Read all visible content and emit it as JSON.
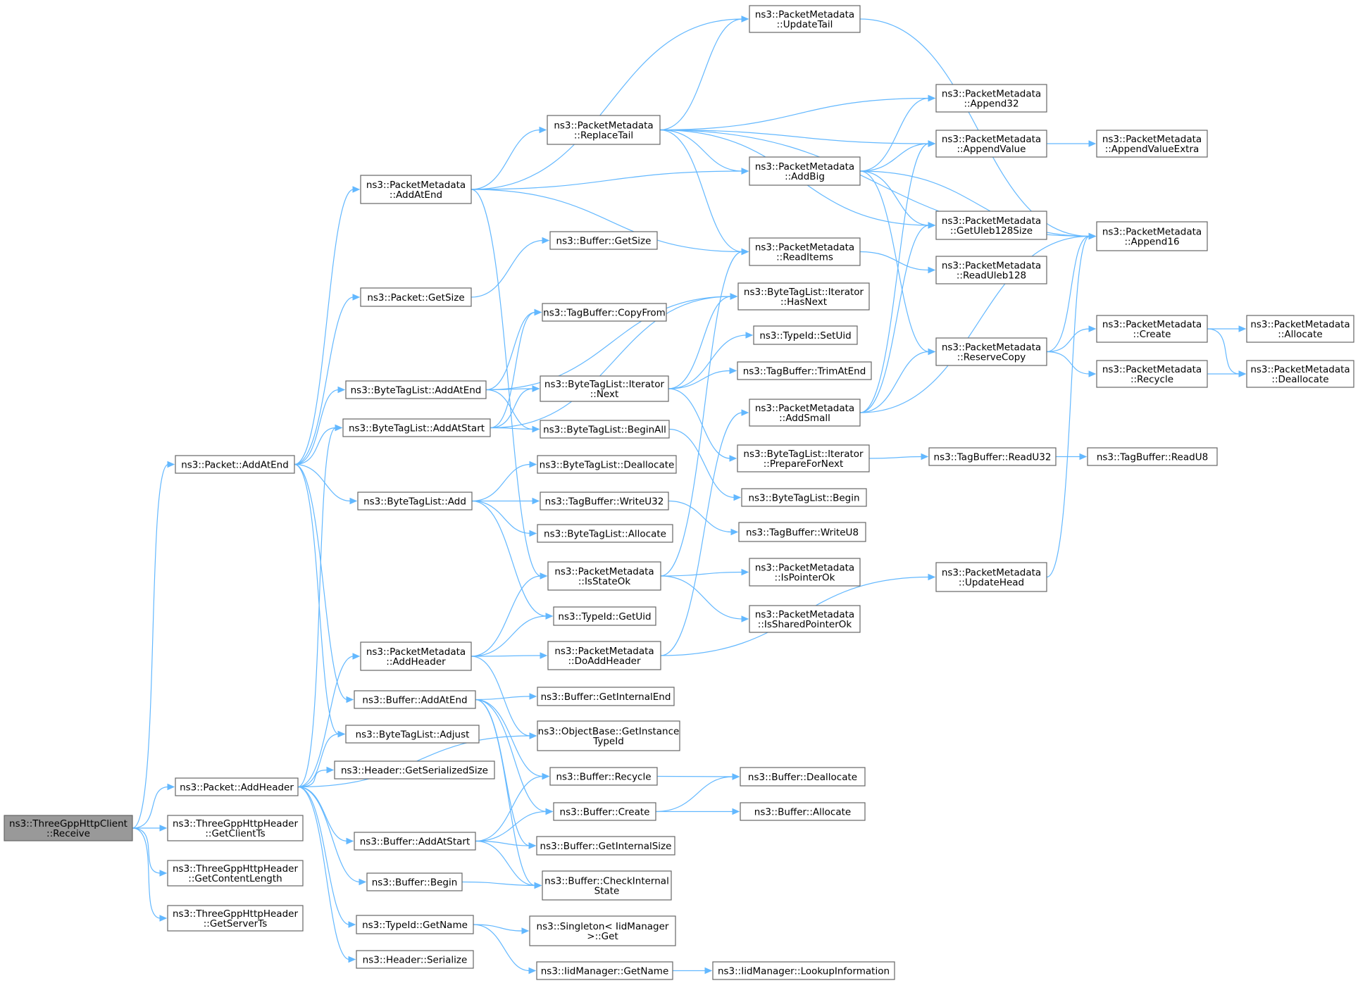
{
  "nodes": [
    {
      "id": "root",
      "lines": [
        "ns3::ThreeGppHttpClient",
        "::Receive"
      ],
      "root": true
    },
    {
      "id": "pkt_addAtEnd",
      "lines": [
        "ns3::Packet::AddAtEnd"
      ]
    },
    {
      "id": "pkt_addHeader",
      "lines": [
        "ns3::Packet::AddHeader"
      ]
    },
    {
      "id": "hdr_getClientTs",
      "lines": [
        "ns3::ThreeGppHttpHeader",
        "::GetClientTs"
      ]
    },
    {
      "id": "hdr_getContentLength",
      "lines": [
        "ns3::ThreeGppHttpHeader",
        "::GetContentLength"
      ]
    },
    {
      "id": "hdr_getServerTs",
      "lines": [
        "ns3::ThreeGppHttpHeader",
        "::GetServerTs"
      ]
    },
    {
      "id": "pm_addAtEnd",
      "lines": [
        "ns3::PacketMetadata",
        "::AddAtEnd"
      ]
    },
    {
      "id": "pkt_getSize",
      "lines": [
        "ns3::Packet::GetSize"
      ]
    },
    {
      "id": "btl_addAtEnd",
      "lines": [
        "ns3::ByteTagList::AddAtEnd"
      ]
    },
    {
      "id": "btl_addAtStart",
      "lines": [
        "ns3::ByteTagList::AddAtStart"
      ]
    },
    {
      "id": "btl_add",
      "lines": [
        "ns3::ByteTagList::Add"
      ]
    },
    {
      "id": "pm_addHeader",
      "lines": [
        "ns3::PacketMetadata",
        "::AddHeader"
      ]
    },
    {
      "id": "buf_addAtEnd",
      "lines": [
        "ns3::Buffer::AddAtEnd"
      ]
    },
    {
      "id": "btl_adjust",
      "lines": [
        "ns3::ByteTagList::Adjust"
      ]
    },
    {
      "id": "hdr_getSerializedSize",
      "lines": [
        "ns3::Header::GetSerializedSize"
      ]
    },
    {
      "id": "buf_addAtStart",
      "lines": [
        "ns3::Buffer::AddAtStart"
      ]
    },
    {
      "id": "buf_begin",
      "lines": [
        "ns3::Buffer::Begin"
      ]
    },
    {
      "id": "tid_getName",
      "lines": [
        "ns3::TypeId::GetName"
      ]
    },
    {
      "id": "hdr_serialize",
      "lines": [
        "ns3::Header::Serialize"
      ]
    },
    {
      "id": "pm_replaceTail",
      "lines": [
        "ns3::PacketMetadata",
        "::ReplaceTail"
      ]
    },
    {
      "id": "buf_getSize",
      "lines": [
        "ns3::Buffer::GetSize"
      ]
    },
    {
      "id": "tb_copyFrom",
      "lines": [
        "ns3::TagBuffer::CopyFrom"
      ]
    },
    {
      "id": "btli_next",
      "lines": [
        "ns3::ByteTagList::Iterator",
        "::Next"
      ]
    },
    {
      "id": "btl_beginAll",
      "lines": [
        "ns3::ByteTagList::BeginAll"
      ]
    },
    {
      "id": "btl_deallocate",
      "lines": [
        "ns3::ByteTagList::Deallocate"
      ]
    },
    {
      "id": "tb_writeU32",
      "lines": [
        "ns3::TagBuffer::WriteU32"
      ]
    },
    {
      "id": "btl_allocate",
      "lines": [
        "ns3::ByteTagList::Allocate"
      ]
    },
    {
      "id": "pm_isStateOk",
      "lines": [
        "ns3::PacketMetadata",
        "::IsStateOk"
      ]
    },
    {
      "id": "tid_getUid",
      "lines": [
        "ns3::TypeId::GetUid"
      ]
    },
    {
      "id": "pm_doAddHeader",
      "lines": [
        "ns3::PacketMetadata",
        "::DoAddHeader"
      ]
    },
    {
      "id": "buf_getInternalEnd",
      "lines": [
        "ns3::Buffer::GetInternalEnd"
      ]
    },
    {
      "id": "ob_getInstanceTypeId",
      "lines": [
        "ns3::ObjectBase::GetInstance",
        "TypeId"
      ]
    },
    {
      "id": "buf_recycle",
      "lines": [
        "ns3::Buffer::Recycle"
      ]
    },
    {
      "id": "buf_create",
      "lines": [
        "ns3::Buffer::Create"
      ]
    },
    {
      "id": "buf_getInternalSize",
      "lines": [
        "ns3::Buffer::GetInternalSize"
      ]
    },
    {
      "id": "buf_checkInternalState",
      "lines": [
        "ns3::Buffer::CheckInternal",
        "State"
      ]
    },
    {
      "id": "singleton_get",
      "lines": [
        "ns3::Singleton< IidManager",
        ">::Get"
      ]
    },
    {
      "id": "iid_getName",
      "lines": [
        "ns3::IidManager::GetName"
      ]
    },
    {
      "id": "pm_updateTail",
      "lines": [
        "ns3::PacketMetadata",
        "::UpdateTail"
      ]
    },
    {
      "id": "pm_addBig",
      "lines": [
        "ns3::PacketMetadata",
        "::AddBig"
      ]
    },
    {
      "id": "pm_readItems",
      "lines": [
        "ns3::PacketMetadata",
        "::ReadItems"
      ]
    },
    {
      "id": "btli_hasNext",
      "lines": [
        "ns3::ByteTagList::Iterator",
        "::HasNext"
      ]
    },
    {
      "id": "tid_setUid",
      "lines": [
        "ns3::TypeId::SetUid"
      ]
    },
    {
      "id": "tb_trimAtEnd",
      "lines": [
        "ns3::TagBuffer::TrimAtEnd"
      ]
    },
    {
      "id": "pm_addSmall",
      "lines": [
        "ns3::PacketMetadata",
        "::AddSmall"
      ]
    },
    {
      "id": "btli_prepareForNext",
      "lines": [
        "ns3::ByteTagList::Iterator",
        "::PrepareForNext"
      ]
    },
    {
      "id": "btl_begin",
      "lines": [
        "ns3::ByteTagList::Begin"
      ]
    },
    {
      "id": "tb_writeU8",
      "lines": [
        "ns3::TagBuffer::WriteU8"
      ]
    },
    {
      "id": "pm_isPointerOk",
      "lines": [
        "ns3::PacketMetadata",
        "::IsPointerOk"
      ]
    },
    {
      "id": "pm_isSharedPointerOk",
      "lines": [
        "ns3::PacketMetadata",
        "::IsSharedPointerOk"
      ]
    },
    {
      "id": "buf_deallocate",
      "lines": [
        "ns3::Buffer::Deallocate"
      ]
    },
    {
      "id": "buf_allocate",
      "lines": [
        "ns3::Buffer::Allocate"
      ]
    },
    {
      "id": "iid_lookupInformation",
      "lines": [
        "ns3::IidManager::LookupInformation"
      ]
    },
    {
      "id": "pm_append32",
      "lines": [
        "ns3::PacketMetadata",
        "::Append32"
      ]
    },
    {
      "id": "pm_appendValue",
      "lines": [
        "ns3::PacketMetadata",
        "::AppendValue"
      ]
    },
    {
      "id": "pm_getUleb128Size",
      "lines": [
        "ns3::PacketMetadata",
        "::GetUleb128Size"
      ]
    },
    {
      "id": "pm_readUleb128",
      "lines": [
        "ns3::PacketMetadata",
        "::ReadUleb128"
      ]
    },
    {
      "id": "pm_reserveCopy",
      "lines": [
        "ns3::PacketMetadata",
        "::ReserveCopy"
      ]
    },
    {
      "id": "tb_readU32",
      "lines": [
        "ns3::TagBuffer::ReadU32"
      ]
    },
    {
      "id": "pm_updateHead",
      "lines": [
        "ns3::PacketMetadata",
        "::UpdateHead"
      ]
    },
    {
      "id": "pm_appendValueExtra",
      "lines": [
        "ns3::PacketMetadata",
        "::AppendValueExtra"
      ]
    },
    {
      "id": "pm_append16",
      "lines": [
        "ns3::PacketMetadata",
        "::Append16"
      ]
    },
    {
      "id": "pm_create",
      "lines": [
        "ns3::PacketMetadata",
        "::Create"
      ]
    },
    {
      "id": "pm_recycle",
      "lines": [
        "ns3::PacketMetadata",
        "::Recycle"
      ]
    },
    {
      "id": "tb_readU8",
      "lines": [
        "ns3::TagBuffer::ReadU8"
      ]
    },
    {
      "id": "pm_allocate",
      "lines": [
        "ns3::PacketMetadata",
        "::Allocate"
      ]
    },
    {
      "id": "pm_deallocate",
      "lines": [
        "ns3::PacketMetadata",
        "::Deallocate"
      ]
    }
  ],
  "edges": [
    [
      "root",
      "pkt_addAtEnd"
    ],
    [
      "root",
      "pkt_addHeader"
    ],
    [
      "root",
      "hdr_getClientTs"
    ],
    [
      "root",
      "hdr_getContentLength"
    ],
    [
      "root",
      "hdr_getServerTs"
    ],
    [
      "pkt_addAtEnd",
      "pm_addAtEnd"
    ],
    [
      "pkt_addAtEnd",
      "pkt_getSize"
    ],
    [
      "pkt_addAtEnd",
      "btl_addAtEnd"
    ],
    [
      "pkt_addAtEnd",
      "btl_addAtStart"
    ],
    [
      "pkt_addAtEnd",
      "btl_add"
    ],
    [
      "pkt_addAtEnd",
      "buf_addAtEnd"
    ],
    [
      "pkt_addAtEnd",
      "btl_adjust"
    ],
    [
      "pkt_addHeader",
      "btl_addAtStart"
    ],
    [
      "pkt_addHeader",
      "pm_addHeader"
    ],
    [
      "pkt_addHeader",
      "btl_adjust"
    ],
    [
      "pkt_addHeader",
      "hdr_getSerializedSize"
    ],
    [
      "pkt_addHeader",
      "ob_getInstanceTypeId"
    ],
    [
      "pkt_addHeader",
      "buf_addAtStart"
    ],
    [
      "pkt_addHeader",
      "buf_begin"
    ],
    [
      "pkt_addHeader",
      "tid_getName"
    ],
    [
      "pkt_addHeader",
      "hdr_serialize"
    ],
    [
      "pm_addAtEnd",
      "pm_updateTail"
    ],
    [
      "pm_addAtEnd",
      "pm_replaceTail"
    ],
    [
      "pm_addAtEnd",
      "pm_addBig"
    ],
    [
      "pm_addAtEnd",
      "pm_readItems"
    ],
    [
      "pm_addAtEnd",
      "pm_isStateOk"
    ],
    [
      "pkt_getSize",
      "buf_getSize"
    ],
    [
      "btl_addAtEnd",
      "btli_hasNext"
    ],
    [
      "btl_addAtEnd",
      "tb_copyFrom"
    ],
    [
      "btl_addAtEnd",
      "btli_next"
    ],
    [
      "btl_addAtEnd",
      "btl_beginAll"
    ],
    [
      "btl_addAtStart",
      "tb_copyFrom"
    ],
    [
      "btl_addAtStart",
      "btli_hasNext"
    ],
    [
      "btl_addAtStart",
      "btli_next"
    ],
    [
      "btl_addAtStart",
      "btl_beginAll"
    ],
    [
      "btl_add",
      "btl_deallocate"
    ],
    [
      "btl_add",
      "tb_writeU32"
    ],
    [
      "btl_add",
      "btl_allocate"
    ],
    [
      "btl_add",
      "tid_getUid"
    ],
    [
      "pm_addHeader",
      "pm_isStateOk"
    ],
    [
      "pm_addHeader",
      "tid_getUid"
    ],
    [
      "pm_addHeader",
      "pm_doAddHeader"
    ],
    [
      "pm_addHeader",
      "ob_getInstanceTypeId"
    ],
    [
      "buf_addAtEnd",
      "buf_getInternalEnd"
    ],
    [
      "buf_addAtEnd",
      "buf_recycle"
    ],
    [
      "buf_addAtEnd",
      "buf_create"
    ],
    [
      "buf_addAtEnd",
      "buf_getInternalSize"
    ],
    [
      "buf_addAtEnd",
      "buf_checkInternalState"
    ],
    [
      "buf_addAtStart",
      "buf_recycle"
    ],
    [
      "buf_addAtStart",
      "buf_create"
    ],
    [
      "buf_addAtStart",
      "buf_getInternalSize"
    ],
    [
      "buf_addAtStart",
      "buf_checkInternalState"
    ],
    [
      "buf_begin",
      "buf_checkInternalState"
    ],
    [
      "tid_getName",
      "singleton_get"
    ],
    [
      "tid_getName",
      "iid_getName"
    ],
    [
      "pm_replaceTail",
      "pm_updateTail"
    ],
    [
      "pm_replaceTail",
      "pm_append32"
    ],
    [
      "pm_replaceTail",
      "pm_appendValue"
    ],
    [
      "pm_replaceTail",
      "pm_addBig"
    ],
    [
      "pm_replaceTail",
      "pm_getUleb128Size"
    ],
    [
      "pm_replaceTail",
      "pm_readItems"
    ],
    [
      "pm_replaceTail",
      "pm_append16"
    ],
    [
      "btli_next",
      "tid_setUid"
    ],
    [
      "btli_next",
      "tb_trimAtEnd"
    ],
    [
      "btli_next",
      "btli_hasNext"
    ],
    [
      "btli_next",
      "btli_prepareForNext"
    ],
    [
      "btl_beginAll",
      "btl_begin"
    ],
    [
      "tb_writeU32",
      "tb_writeU8"
    ],
    [
      "pm_isStateOk",
      "pm_readItems"
    ],
    [
      "pm_isStateOk",
      "pm_isPointerOk"
    ],
    [
      "pm_isStateOk",
      "pm_isSharedPointerOk"
    ],
    [
      "pm_doAddHeader",
      "pm_addSmall"
    ],
    [
      "pm_doAddHeader",
      "pm_updateHead"
    ],
    [
      "buf_recycle",
      "buf_deallocate"
    ],
    [
      "buf_create",
      "buf_deallocate"
    ],
    [
      "buf_create",
      "buf_allocate"
    ],
    [
      "iid_getName",
      "iid_lookupInformation"
    ],
    [
      "pm_updateTail",
      "pm_append16"
    ],
    [
      "pm_addBig",
      "pm_append32"
    ],
    [
      "pm_addBig",
      "pm_appendValue"
    ],
    [
      "pm_addBig",
      "pm_getUleb128Size"
    ],
    [
      "pm_addBig",
      "pm_append16"
    ],
    [
      "pm_addBig",
      "pm_reserveCopy"
    ],
    [
      "pm_readItems",
      "pm_readUleb128"
    ],
    [
      "pm_addSmall",
      "pm_appendValue"
    ],
    [
      "pm_addSmall",
      "pm_getUleb128Size"
    ],
    [
      "pm_addSmall",
      "pm_append16"
    ],
    [
      "pm_addSmall",
      "pm_reserveCopy"
    ],
    [
      "btli_prepareForNext",
      "tb_readU32"
    ],
    [
      "pm_appendValue",
      "pm_appendValueExtra"
    ],
    [
      "pm_reserveCopy",
      "pm_create"
    ],
    [
      "pm_reserveCopy",
      "pm_recycle"
    ],
    [
      "pm_reserveCopy",
      "pm_append16"
    ],
    [
      "pm_create",
      "pm_allocate"
    ],
    [
      "pm_create",
      "pm_deallocate"
    ],
    [
      "pm_recycle",
      "pm_deallocate"
    ],
    [
      "tb_readU32",
      "tb_readU8"
    ],
    [
      "pm_updateHead",
      "pm_append16"
    ]
  ]
}
